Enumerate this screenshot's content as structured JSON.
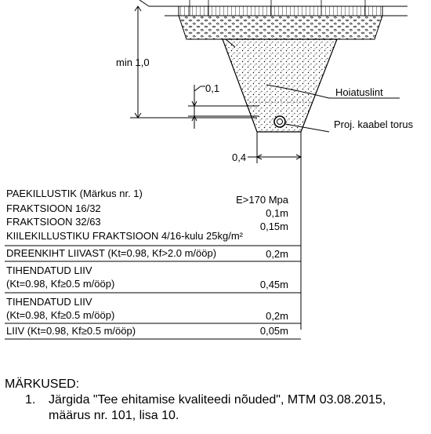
{
  "dimensions": {
    "depth": "min 1,0",
    "cover": "0,1",
    "bottom_width": "0,4"
  },
  "callouts": {
    "tape": "Hoiatuslint",
    "cable": "Proj. kaabel torus"
  },
  "layers": [
    {
      "name": "PAEKILLUSTIK (Märkus nr. 1)",
      "value": "E>170 Mpa"
    },
    {
      "name": "FRAKTSIOON 16/32",
      "value": "0,1m"
    },
    {
      "name": "FRAKTSIOON 32/63",
      "value": "0,15m"
    },
    {
      "name": "KIILEKILLUSTIKU FRAKTSIOON 4/16-kulu 25kg/m²",
      "value": ""
    },
    {
      "name": "DREENKIHT LIIVAST (Kt=0.98, Kf>2.0 m/ööp)",
      "value": "0,2m"
    },
    {
      "name": "TIHENDATUD LIIV",
      "value": ""
    },
    {
      "name": "(Kt=0.98, Kf≥0.5 m/ööp)",
      "value": "0,45m"
    },
    {
      "name": "TIHENDATUD LIIV",
      "value": ""
    },
    {
      "name": "(Kt=0.98, Kf≥0.5 m/ööp)",
      "value": "0,2m"
    },
    {
      "name": "LIIV (Kt=0.98, Kf≥0.5 m/ööp)",
      "value": "0,05m"
    }
  ],
  "notes": {
    "title": "MÄRKUSED:",
    "items": [
      {
        "number": "1.",
        "text": "Järgida \"Tee ehitamise kvaliteedi nõuded\", MTM 03.08.2015, määrus nr. 101, lisa 10."
      }
    ]
  }
}
